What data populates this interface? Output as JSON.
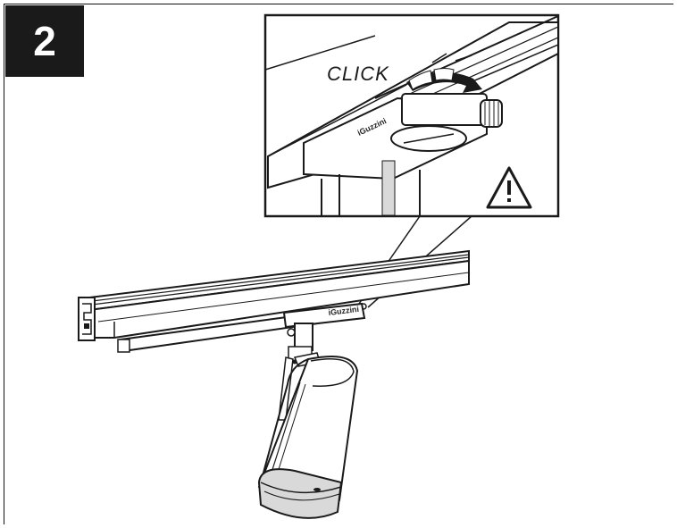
{
  "step": {
    "number": "2"
  },
  "detail": {
    "click_text": "CLICK",
    "brand_mark": "iGuzzini"
  },
  "fixture": {
    "brand_mark": "iGuzzini"
  },
  "warning": {
    "icon": "warning-triangle-icon"
  },
  "colors": {
    "ink": "#1a1a1a",
    "paper": "#ffffff",
    "shade": "#d9d9d9"
  }
}
